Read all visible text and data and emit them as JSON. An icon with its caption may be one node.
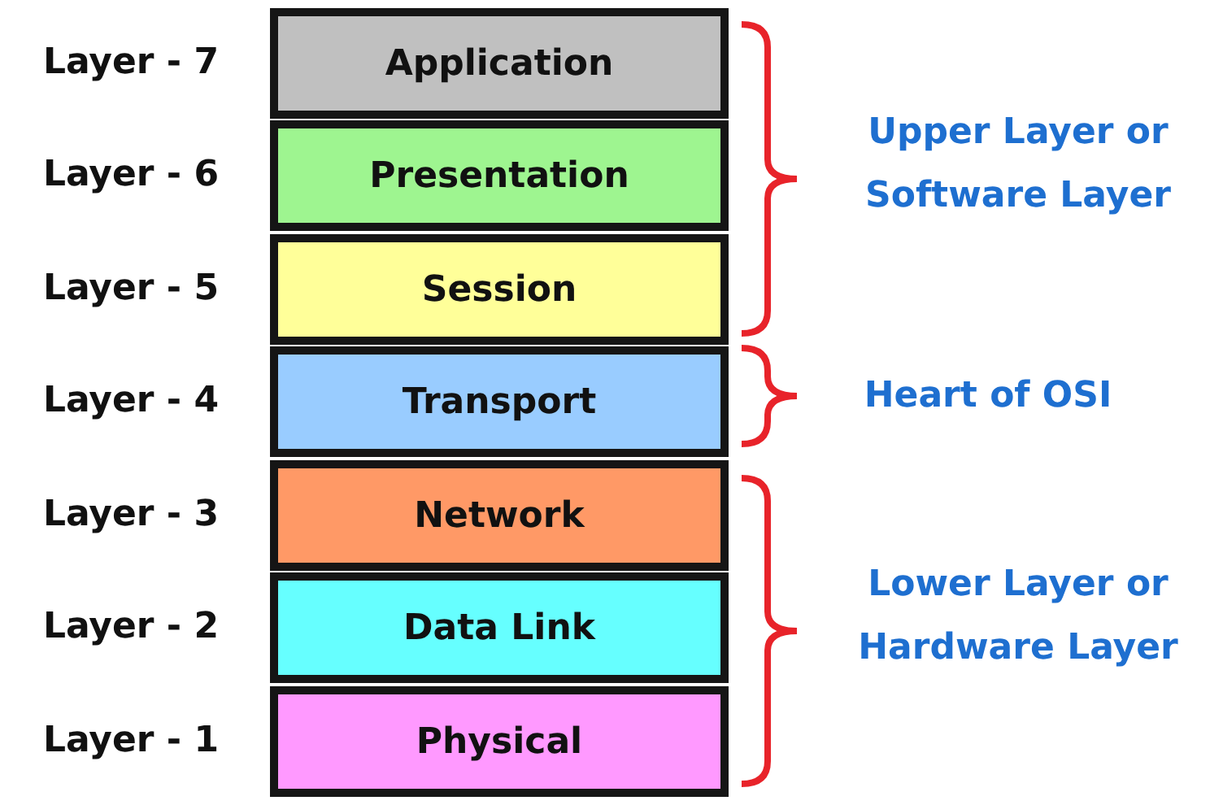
{
  "diagram": {
    "nodes": [
      {
        "text": [
          "Application"
        ],
        "beside": [
          "Layer - 7"
        ]
      },
      {
        "text": [
          "Presentation"
        ],
        "beside": [
          "Layer - 6"
        ]
      },
      {
        "text": [
          "Session"
        ],
        "beside": [
          "Layer - 5"
        ]
      },
      {
        "text": [
          "Transport"
        ],
        "beside": [
          "Layer - 4"
        ]
      },
      {
        "text": [
          "Network"
        ],
        "beside": [
          "Layer - 3"
        ]
      },
      {
        "text": [
          "Data Link"
        ],
        "beside": [
          "Layer - 2"
        ]
      },
      {
        "text": [
          "Physical"
        ],
        "beside": [
          "Layer - 1"
        ]
      }
    ],
    "labels": [
      "Upper Layer or Software Layer",
      "Heart of OSI",
      "Lower Layer or Hardware Layer"
    ]
  }
}
